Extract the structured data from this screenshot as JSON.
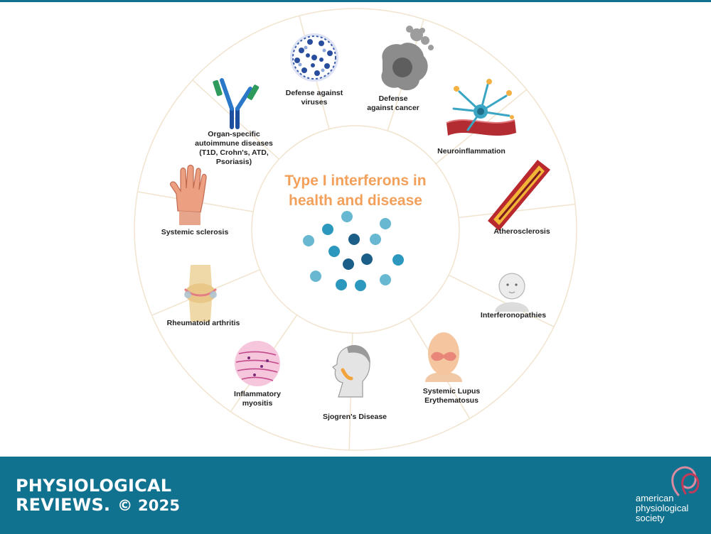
{
  "diagram": {
    "center_title": "Type I interferons in\nhealth and disease",
    "sectors": [
      {
        "id": "viruses",
        "label": "Defense against\nviruses",
        "icon": "virus-icon"
      },
      {
        "id": "cancer",
        "label": "Defense\nagainst cancer",
        "icon": "cancer-cell-icon"
      },
      {
        "id": "neuro",
        "label": "Neuroinflammation",
        "icon": "neuron-icon"
      },
      {
        "id": "athero",
        "label": "Atherosclerosis",
        "icon": "artery-icon"
      },
      {
        "id": "interferonopathies",
        "label": "Interferonopathies",
        "icon": "infant-icon"
      },
      {
        "id": "sle",
        "label": "Systemic Lupus\nErythematosus",
        "icon": "lupus-face-icon"
      },
      {
        "id": "sjogren",
        "label": "Sjogren's Disease",
        "icon": "head-profile-icon"
      },
      {
        "id": "myositis",
        "label": "Inflammatory\nmyositis",
        "icon": "muscle-tissue-icon"
      },
      {
        "id": "ra",
        "label": "Rheumatoid arthritis",
        "icon": "knee-joint-icon"
      },
      {
        "id": "ssc",
        "label": "Systemic sclerosis",
        "icon": "hand-icon"
      },
      {
        "id": "autoimmune",
        "label": "Organ-specific\nautoimmune diseases\n(T1D, Crohn's, ATD,\nPsoriasis)",
        "icon": "antibody-icon"
      }
    ]
  },
  "footer": {
    "journal_line1": "PHYSIOLOGICAL",
    "journal_line2": "REVIEWS.",
    "copyright": "© 2025",
    "society": "american\nphysiological\nsociety"
  },
  "colors": {
    "brand_teal": "#11728f",
    "title_orange": "#f3a05b",
    "wheel_line": "#f1e4cf"
  }
}
